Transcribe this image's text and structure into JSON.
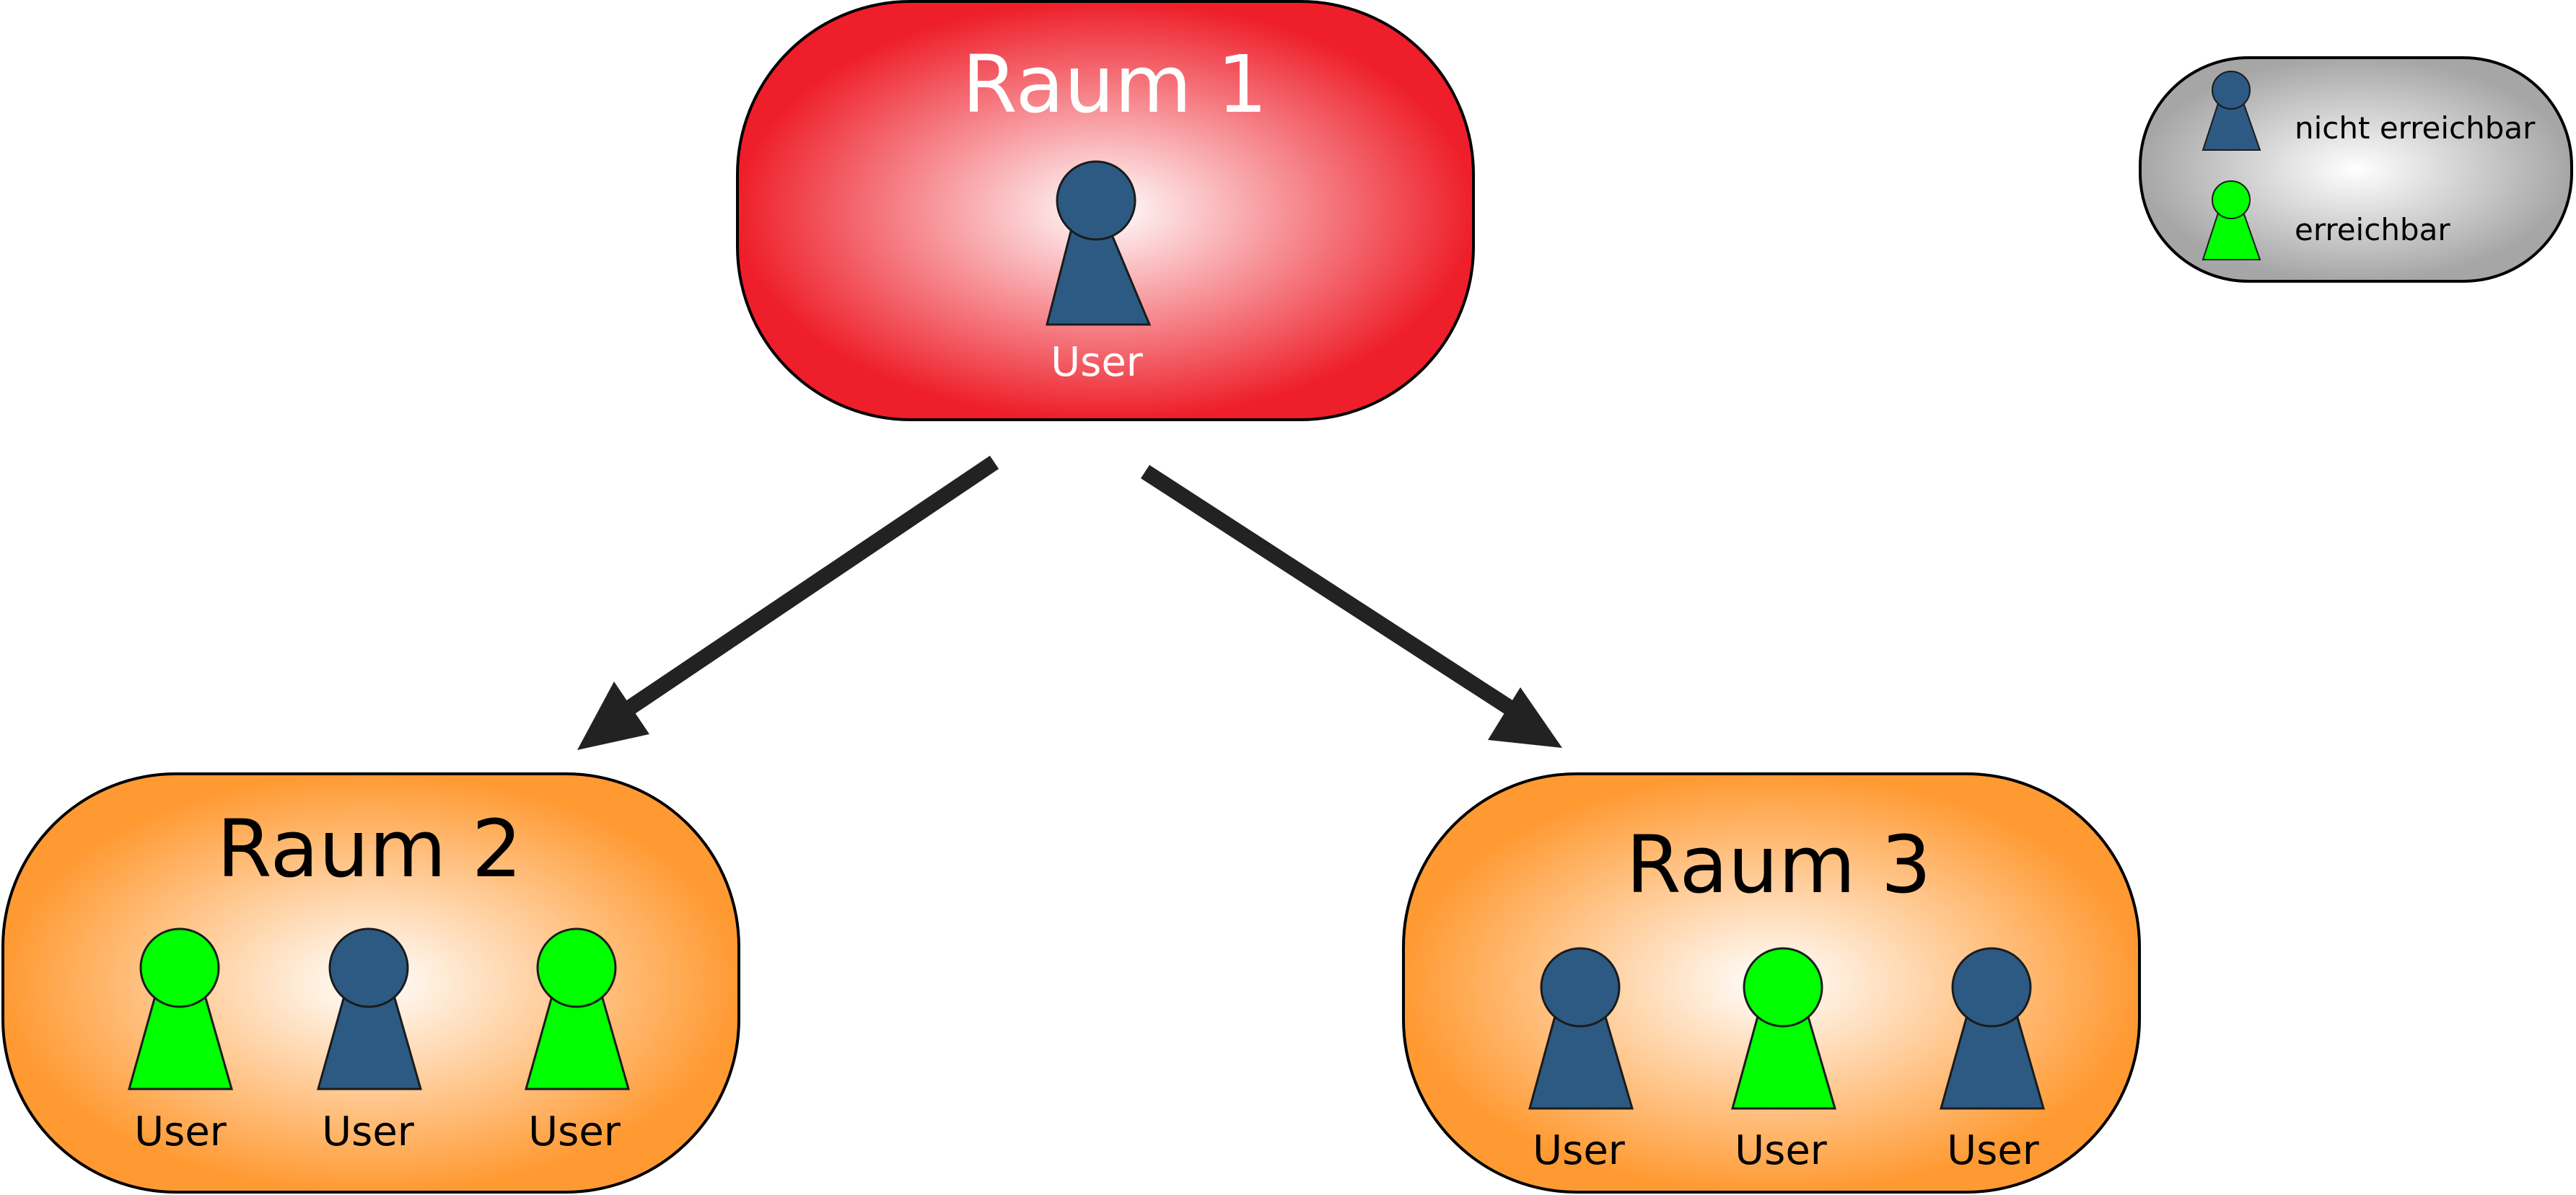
{
  "colors": {
    "reachable": "#00ff00",
    "not_reachable": "#2c5a83",
    "room_main": "#ee1f2a",
    "room_sub": "#ff9a33",
    "legend_bg": "#a6a6a6",
    "arrow": "#222222"
  },
  "legend": {
    "not_reachable_label": "nicht erreichbar",
    "reachable_label": "erreichbar"
  },
  "rooms": [
    {
      "title": "Raum 1",
      "users": [
        {
          "label": "User",
          "status": "not_reachable"
        }
      ]
    },
    {
      "title": "Raum 2",
      "users": [
        {
          "label": "User",
          "status": "reachable"
        },
        {
          "label": "User",
          "status": "not_reachable"
        },
        {
          "label": "User",
          "status": "reachable"
        }
      ]
    },
    {
      "title": "Raum 3",
      "users": [
        {
          "label": "User",
          "status": "not_reachable"
        },
        {
          "label": "User",
          "status": "reachable"
        },
        {
          "label": "User",
          "status": "not_reachable"
        }
      ]
    }
  ],
  "arrows": [
    {
      "from": "Raum 1",
      "to": "Raum 2"
    },
    {
      "from": "Raum 1",
      "to": "Raum 3"
    }
  ]
}
